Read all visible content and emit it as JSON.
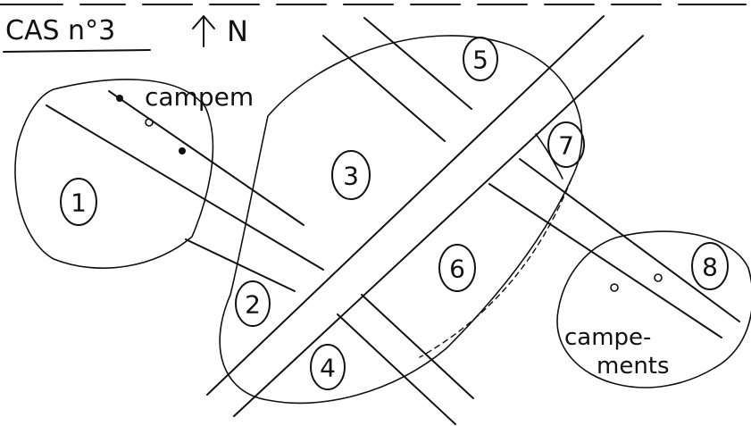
{
  "header": {
    "title": "CAS n°3",
    "north_arrow_icon": "arrow-up-icon",
    "north_label": "N"
  },
  "zones": [
    "1",
    "2",
    "3",
    "4",
    "5",
    "6",
    "7",
    "8"
  ],
  "annotations": {
    "camp_top": "campem",
    "camp_bottom_line1": "campe-",
    "camp_bottom_line2": "ments"
  }
}
